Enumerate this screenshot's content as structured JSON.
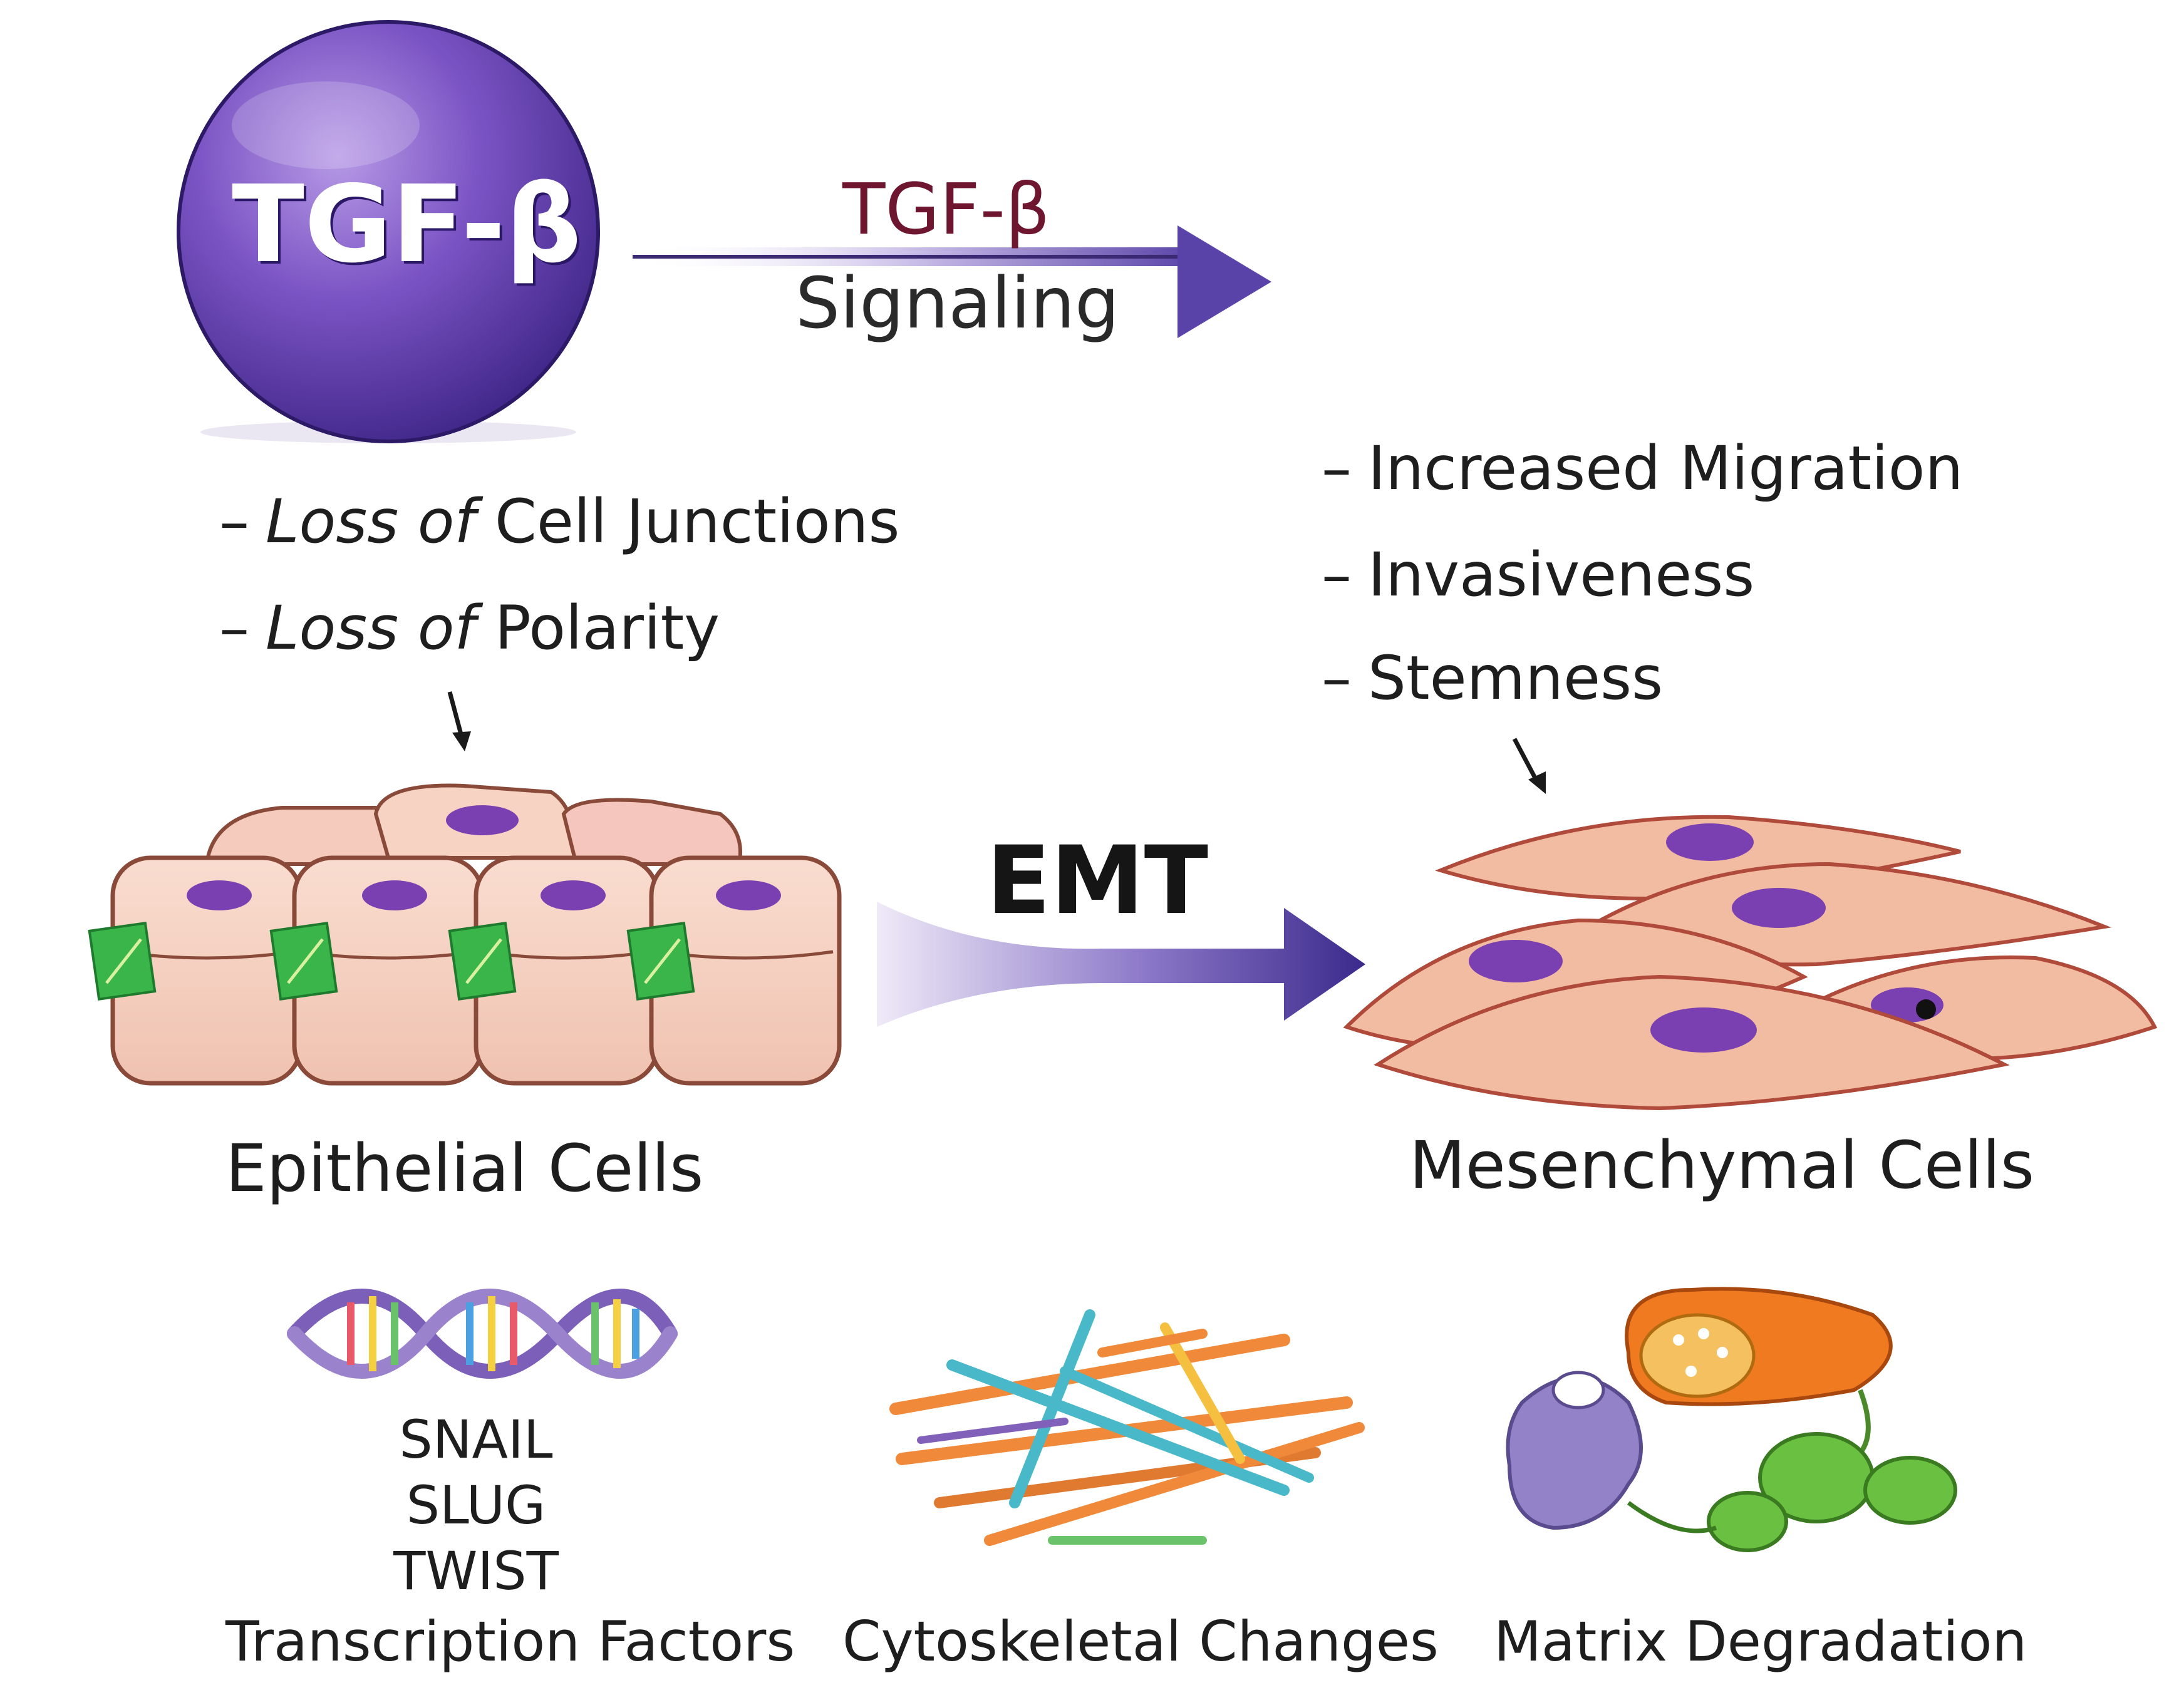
{
  "tgf_ball": {
    "label": "TGF-β",
    "color": "#6a46b6"
  },
  "signaling": {
    "line1": "TGF-β",
    "line2": "Signaling",
    "line1_color": "#6e1530"
  },
  "epithelial": {
    "bullets": [
      {
        "dash": "–",
        "italic": "Loss of",
        "rest": "Cell Junctions"
      },
      {
        "dash": "–",
        "italic": "Loss of",
        "rest": "Polarity"
      }
    ],
    "label": "Epithelial Cells"
  },
  "mesenchymal": {
    "bullets": [
      {
        "dash": "–",
        "text": "Increased Migration"
      },
      {
        "dash": "–",
        "text": "Invasiveness"
      },
      {
        "dash": "–",
        "text": "Stemness"
      }
    ],
    "label": "Mesenchymal Cells"
  },
  "emt": {
    "label": "EMT",
    "color": "#3f2d8f"
  },
  "mechanisms": {
    "transcription": {
      "factors": [
        "SNAIL",
        "SLUG",
        "TWIST"
      ],
      "label": "Transcription Factors"
    },
    "cytoskeletal": {
      "label": "Cytoskeletal Changes"
    },
    "matrix": {
      "label": "Matrix Degradation"
    }
  },
  "colors": {
    "cell_fill": "#f6d3c3",
    "cell_outline": "#8a4a3a",
    "nucleus": "#7a3fb0",
    "junction": "#39b54a",
    "mesenchymal_fill": "#f2bca2",
    "mesenchymal_outline": "#b04a3a"
  }
}
